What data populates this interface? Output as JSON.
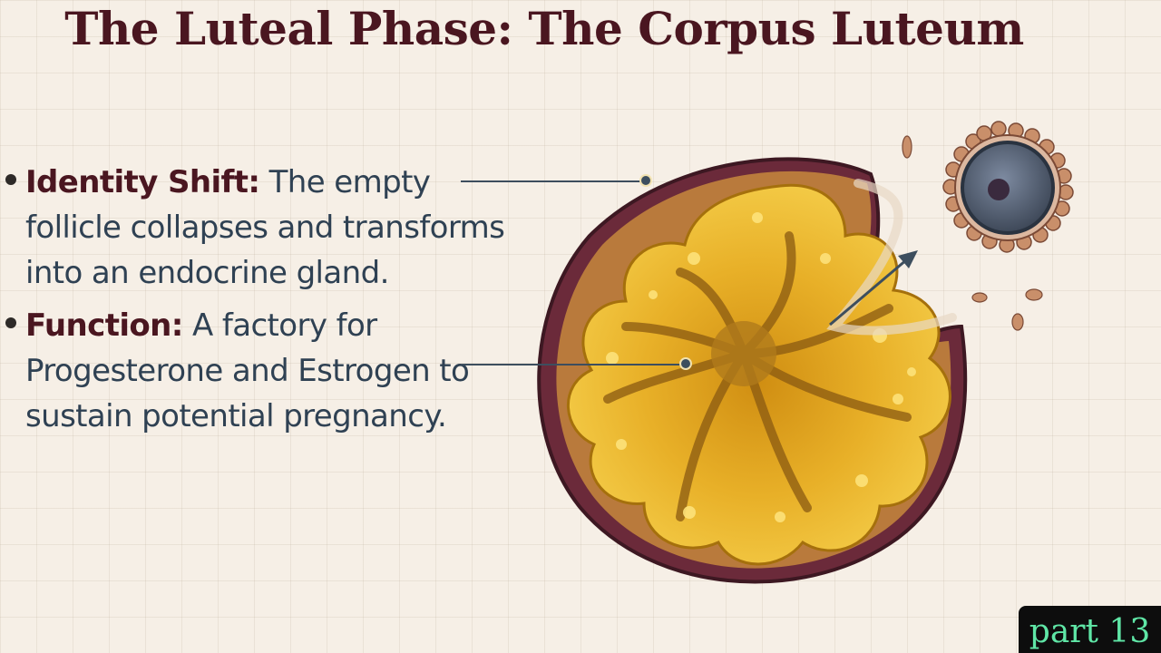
{
  "slide": {
    "title": "The Luteal Phase: The Corpus Luteum",
    "bullets": [
      {
        "term": "Identity Shift:",
        "text": " The empty follicle collapses and transforms into an endocrine gland."
      },
      {
        "term": "Function:",
        "text": " A factory for Progesterone and Estrogen to sustain potential pregnancy."
      }
    ]
  },
  "badge": {
    "label": "part 13"
  },
  "colors": {
    "title": "#4a1620",
    "body_text": "#2f4153",
    "gland_yellow": "#e9b52a",
    "gland_rim": "#6b2a3a",
    "oocyte": "#4d5a6e",
    "badge_text": "#5fe6a6"
  },
  "illustration": {
    "subject": "corpus luteum cross-section with released ovum",
    "icons": [
      "corpus-luteum-icon",
      "oocyte-icon",
      "arrow-icon"
    ]
  }
}
